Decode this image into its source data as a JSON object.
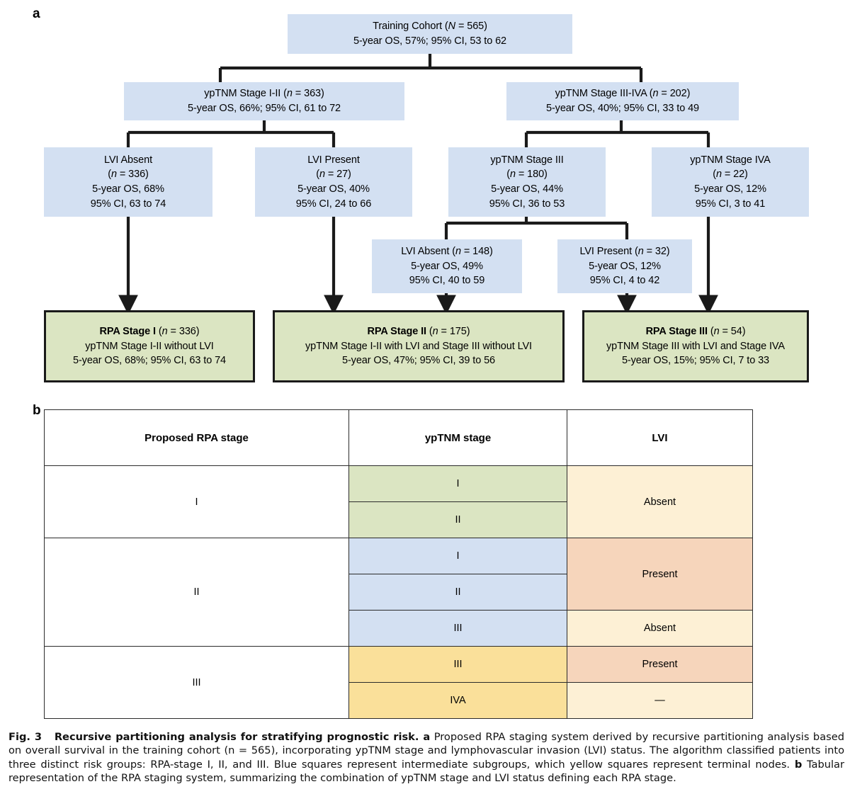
{
  "figure": {
    "panel_a_letter": "a",
    "panel_b_letter": "b"
  },
  "tree": {
    "nodes": {
      "root": {
        "line1_pre": "Training Cohort (",
        "line1_italic": "N",
        "line1_post": " = 565)",
        "line2": "5-year OS, 57%; 95% CI, 53 to 62"
      },
      "stage_i_ii": {
        "line1_pre": "ypTNM Stage I-II (",
        "line1_italic": "n",
        "line1_post": " = 363)",
        "line2": "5-year OS, 66%; 95% CI, 61 to 72"
      },
      "stage_iii_iva": {
        "line1_pre": "ypTNM Stage III-IVA (",
        "line1_italic": "n",
        "line1_post": " = 202)",
        "line2": "5-year OS, 40%; 95% CI, 33 to 49"
      },
      "lvi_absent_336": {
        "line1": "LVI Absent",
        "line2_pre": "(",
        "line2_italic": "n",
        "line2_post": " = 336)",
        "line3": "5-year OS, 68%",
        "line4": "95% CI, 63 to 74"
      },
      "lvi_present_27": {
        "line1": "LVI Present",
        "line2_pre": "(",
        "line2_italic": "n",
        "line2_post": " = 27)",
        "line3": "5-year OS, 40%",
        "line4": "95% CI, 24 to 66"
      },
      "stage_iii": {
        "line1": "ypTNM Stage III",
        "line2_pre": "(",
        "line2_italic": "n",
        "line2_post": " = 180)",
        "line3": "5-year OS, 44%",
        "line4": "95% CI, 36 to 53"
      },
      "stage_iva": {
        "line1": "ypTNM Stage IVA",
        "line2_pre": "(",
        "line2_italic": "n",
        "line2_post": " = 22)",
        "line3": "5-year OS, 12%",
        "line4": "95% CI, 3 to 41"
      },
      "lvi_absent_148": {
        "line1_pre": "LVI Absent (",
        "line1_italic": "n",
        "line1_post": " = 148)",
        "line2": "5-year OS, 49%",
        "line3": "95% CI, 40 to 59"
      },
      "lvi_present_32": {
        "line1_pre": "LVI Present (",
        "line1_italic": "n",
        "line1_post": " = 32)",
        "line2": "5-year OS, 12%",
        "line3": "95% CI, 4 to 42"
      },
      "rpa_stage_1": {
        "line1_bold": "RPA Stage I",
        "line1_pre": " (",
        "line1_italic": "n",
        "line1_post": " = 336)",
        "line2": "ypTNM Stage I-II without LVI",
        "line3": "5-year OS, 68%; 95% CI, 63 to 74"
      },
      "rpa_stage_2": {
        "line1_bold": "RPA Stage II",
        "line1_pre": " (",
        "line1_italic": "n",
        "line1_post": " = 175)",
        "line2": "ypTNM Stage I-II with LVI and Stage III without LVI",
        "line3": "5-year OS, 47%; 95% CI, 39 to 56"
      },
      "rpa_stage_3": {
        "line1_bold": "RPA Stage III",
        "line1_pre": " (",
        "line1_italic": "n",
        "line1_post": " = 54)",
        "line2": "ypTNM Stage III with LVI and Stage IVA",
        "line3": "5-year OS, 15%; 95% CI, 7 to 33"
      }
    },
    "colors": {
      "intermediate_node": "#d3e0f2",
      "terminal_node": "#dbe5c2",
      "connector": "#1a1a1a"
    }
  },
  "table": {
    "headers": [
      "Proposed RPA stage",
      "ypTNM stage",
      "LVI"
    ],
    "rows": [
      {
        "rpa_stage": "I",
        "yptnm": "I",
        "lvi": "Absent",
        "yptnm_color": "#dbe5c2",
        "lvi_color": "#fdf0d5"
      },
      {
        "rpa_stage": "",
        "yptnm": "II",
        "lvi": "",
        "yptnm_color": "#dbe5c2",
        "lvi_color": "#fdf0d5"
      },
      {
        "rpa_stage": "II",
        "yptnm": "I",
        "lvi": "Present",
        "yptnm_color": "#d3e0f2",
        "lvi_color": "#f6d5bb"
      },
      {
        "rpa_stage": "",
        "yptnm": "II",
        "lvi": "",
        "yptnm_color": "#d3e0f2",
        "lvi_color": "#f6d5bb"
      },
      {
        "rpa_stage": "",
        "yptnm": "III",
        "lvi": "Absent",
        "yptnm_color": "#d3e0f2",
        "lvi_color": "#fdf0d5"
      },
      {
        "rpa_stage": "III",
        "yptnm": "III",
        "lvi": "Present",
        "yptnm_color": "#fae09a",
        "lvi_color": "#f6d5bb"
      },
      {
        "rpa_stage": "",
        "yptnm": "IVA",
        "lvi": "—",
        "yptnm_color": "#fae09a",
        "lvi_color": "#fdf0d5"
      }
    ]
  },
  "caption": {
    "fig_label": "Fig. 3",
    "title": "Recursive partitioning analysis for stratifying prognostic risk.",
    "marker_a": "a",
    "body_a": " Proposed RPA staging system derived by recursive partitioning analysis based on overall survival in the training cohort (n = 565), incorporating ypTNM stage and lymphovascular invasion (LVI) status. The algorithm classified patients into three distinct risk groups: RPA-stage I, II, and III. Blue squares represent intermediate subgroups, which yellow squares represent terminal nodes. ",
    "marker_b": "b",
    "body_b": " Tabular representation of the RPA staging system, summarizing the combination of ypTNM stage and LVI status defining each RPA stage."
  }
}
